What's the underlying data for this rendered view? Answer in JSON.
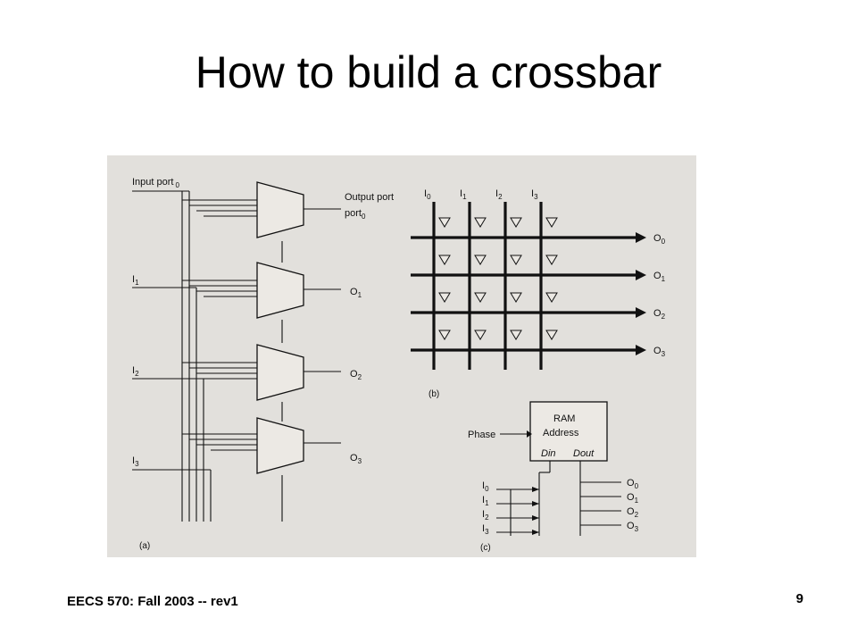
{
  "slide": {
    "title": "How to build a crossbar",
    "footer_left": "EECS 570: Fall 2003 -- rev1",
    "page_number": "9"
  },
  "figure": {
    "panel_a": {
      "caption": "(a)",
      "inputs": [
        "Input port",
        "I",
        "I",
        "I"
      ],
      "input_subs": [
        "0",
        "1",
        "2",
        "3"
      ],
      "outputs": [
        "Output port",
        "O",
        "O",
        "O"
      ],
      "output_subs": [
        "0",
        "1",
        "2",
        "3"
      ]
    },
    "panel_b": {
      "caption": "(b)",
      "column_labels": [
        "I",
        "I",
        "I",
        "I"
      ],
      "column_subs": [
        "0",
        "1",
        "2",
        "3"
      ],
      "row_labels": [
        "O",
        "O",
        "O",
        "O"
      ],
      "row_subs": [
        "0",
        "1",
        "2",
        "3"
      ]
    },
    "panel_c": {
      "caption": "(c)",
      "ram_label": "RAM",
      "address_label": "Address",
      "phase_label": "Phase",
      "din_label": "Din",
      "dout_label": "Dout",
      "inputs": [
        "I",
        "I",
        "I",
        "I"
      ],
      "input_subs": [
        "0",
        "1",
        "2",
        "3"
      ],
      "outputs": [
        "O",
        "O",
        "O",
        "O"
      ],
      "output_subs": [
        "0",
        "1",
        "2",
        "3"
      ]
    }
  }
}
